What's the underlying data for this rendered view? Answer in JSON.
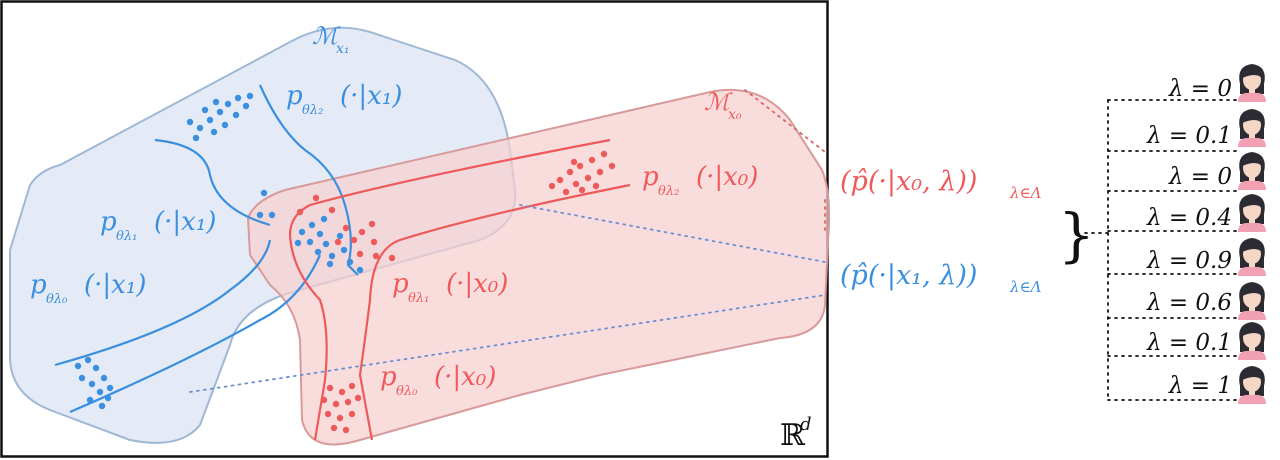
{
  "labels": {
    "space": "ℝ",
    "space_sup": "d",
    "manifold_x1": "ℳ",
    "manifold_x1_sub": "x₁",
    "manifold_x0": "ℳ",
    "manifold_x0_sub": "x₀",
    "p_l2_x1": "p",
    "p_l2_x1_sub": "θλ₂",
    "p_l2_x1_arg": "(·|x₁)",
    "p_l1_x1": "p",
    "p_l1_x1_sub": "θλ₁",
    "p_l1_x1_arg": "(·|x₁)",
    "p_l0_x1": "p",
    "p_l0_x1_sub": "θλ₀",
    "p_l0_x1_arg": "(·|x₁)",
    "p_l2_x0": "p",
    "p_l2_x0_sub": "θλ₂",
    "p_l2_x0_arg": "(·|x₀)",
    "p_l1_x0": "p",
    "p_l1_x0_sub": "θλ₁",
    "p_l1_x0_arg": "(·|x₀)",
    "p_l0_x0": "p",
    "p_l0_x0_sub": "θλ₀",
    "p_l0_x0_arg": "(·|x₀)",
    "family_x0": "(p̂(·|x₀, λ))",
    "family_x0_sub": "λ∈Λ",
    "family_x1": "(p̂(·|x₁, λ))",
    "family_x1_sub": "λ∈Λ",
    "brace": "}"
  },
  "lambda_list": [
    "λ = 0",
    "λ = 0.1",
    "λ = 0",
    "λ = 0.4",
    "λ = 0.9",
    "λ = 0.6",
    "λ = 0.1",
    "λ = 1"
  ],
  "colors": {
    "blue": "#3a8fdf",
    "blue_fill": "#dde7f3",
    "blue_stroke": "#9fb8d6",
    "red": "#ee5a5a",
    "red_fill": "#f9d9d9",
    "red_stroke": "#d89a9a",
    "avatar_hair": "#2b2b33",
    "avatar_skin": "#f6d6c4",
    "avatar_shirt": "#f2a0b4"
  },
  "icons": {
    "person": "woman-avatar-icon"
  }
}
